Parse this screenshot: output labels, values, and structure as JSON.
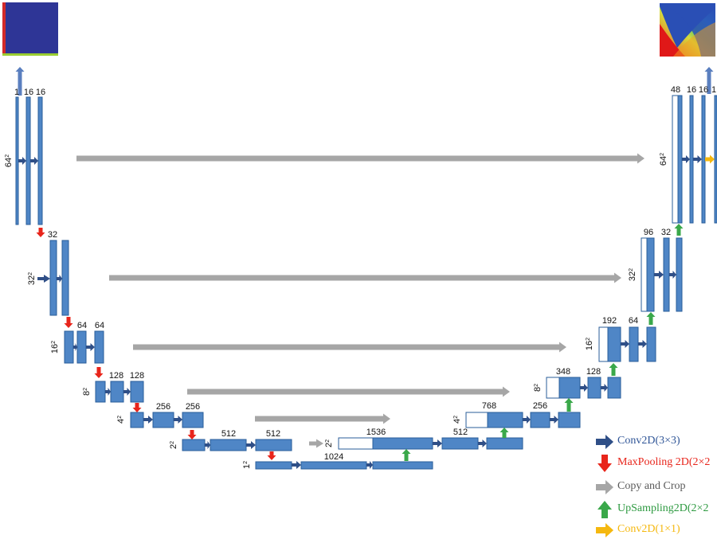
{
  "colors": {
    "block": "#4f86c6",
    "block_edge": "#2a5d9a",
    "conv_arrow": "#2f4f87",
    "pool_arrow": "#e8251b",
    "copy_arrow": "#a6a6a6",
    "up_arrow": "#3aa84a",
    "conv1_arrow": "#f5b80f",
    "input_image": "#2e3596"
  },
  "channel_labels": {
    "l1": [
      "1",
      "16",
      "16"
    ],
    "l2": [
      "32"
    ],
    "l3": [
      "64",
      "64"
    ],
    "l4": [
      "128",
      "128"
    ],
    "l5": [
      "256",
      "256"
    ],
    "l6": [
      "512",
      "512"
    ],
    "bottom": [
      "1024"
    ],
    "r6": [
      "1536",
      "512"
    ],
    "r5": [
      "768",
      "256"
    ],
    "r4": [
      "348",
      "128"
    ],
    "r3": [
      "192",
      "64"
    ],
    "r2": [
      "96",
      "32"
    ],
    "r1": [
      "48",
      "16",
      "16",
      "1"
    ]
  },
  "size_labels": {
    "l1": "64",
    "l2": "32",
    "l3": "16",
    "l4": "8",
    "l5": "4",
    "l6": "2",
    "bottom": "1",
    "r6": "2",
    "r5": "4",
    "r4": "8",
    "r3": "16",
    "r2": "32",
    "r1": "64",
    "exponent": "2"
  },
  "legend": [
    {
      "label": "Conv2D(3×3)",
      "color": "#2f5597",
      "icon": "right-arrow-icon"
    },
    {
      "label": "MaxPooling 2D(2×2",
      "color": "#e8251b",
      "icon": "down-arrow-icon"
    },
    {
      "label": "Copy and Crop",
      "color": "#595959",
      "icon": "right-arrow-icon"
    },
    {
      "label": "UpSampling2D(2×2",
      "color": "#2e9a41",
      "icon": "up-arrow-icon"
    },
    {
      "label": "Conv2D(1×1)",
      "color": "#f5b80f",
      "icon": "right-arrow-icon"
    }
  ]
}
